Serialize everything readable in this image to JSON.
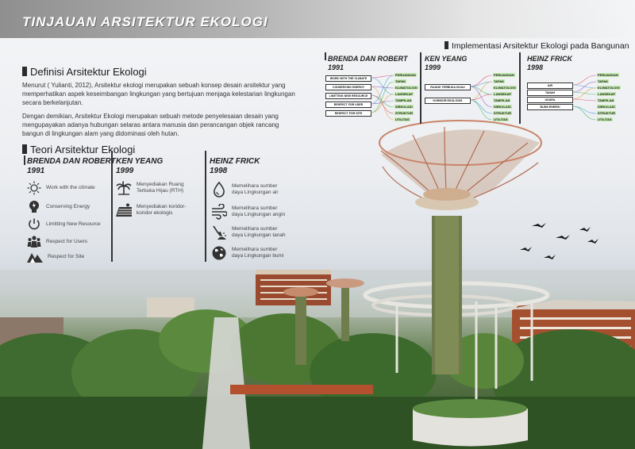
{
  "title": "TINJAUAN ARSITEKTUR EKOLOGI",
  "definition": {
    "heading": "Definisi Arsitektur Ekologi",
    "para1": "Menurut ( Yulianti, 2012), Arsitektur ekologi merupakan sebuah konsep desain arsitektur yang memperhatikan aspek keseimbangan lingkungan yang bertujuan menjaga kelestarian lingkungan secara berkelanjutan.",
    "para2": "Dengan demikian, Arsitektur Ekologi merupakan sebuah metode penyelesaian desain yang mengupayakan adanya hubungan selaras antara manusia dan perancangan objek rancang bangun di lingkungan alam yang didominasi oleh hutan."
  },
  "theory": {
    "heading": "Teori Arsitektur Ekologi",
    "columns": [
      {
        "name": "BRENDA DAN ROBERT",
        "year": "1991",
        "items": [
          {
            "icon": "sun-icon",
            "label": "Work with the climate"
          },
          {
            "icon": "lightbulb-energy-icon",
            "label": "Conserving Energy"
          },
          {
            "icon": "power-icon",
            "label": "Limitting New Resource"
          },
          {
            "icon": "people-icon",
            "label": "Respect for Users"
          },
          {
            "icon": "mountain-site-icon",
            "label": "Respect for Site"
          }
        ]
      },
      {
        "name": "KEN YEANG",
        "year": "1999",
        "items": [
          {
            "icon": "palm-tree-icon",
            "label": "Menyediakan Ruang Terbuka Hijau (RTH)"
          },
          {
            "icon": "field-corridor-icon",
            "label": "Menyediakan koridor-koridor ekologis"
          }
        ]
      },
      {
        "name": "HEINZ FRICK",
        "year": "1998",
        "items": [
          {
            "icon": "water-drop-icon",
            "label": "Memelihara sumber daya Lingkungan air"
          },
          {
            "icon": "wind-icon",
            "label": "Memelihara sumber daya Lingkungan angin"
          },
          {
            "icon": "soil-shovel-icon",
            "label": "Memelihara sumber daya Lingkungan tanah"
          },
          {
            "icon": "globe-icon",
            "label": "Memelihara sumber daya Lingkungan bumi"
          }
        ]
      }
    ]
  },
  "implementation": {
    "heading": "Implementasi Arsitektur Ekologi pada Bangunan",
    "tags": [
      "PERUANGAN",
      "TAPAK",
      "KLIMATOLOGI",
      "LANSEKAP",
      "TAMPILAN",
      "SIRKULASI",
      "STRUKTUR",
      "UTILITAS"
    ],
    "columns": [
      {
        "name": "BRENDA DAN ROBERT",
        "year": "1991",
        "boxes": [
          "WORK WITH THE CLIMATE",
          "CONSERVING ENERGY",
          "LIMITTING NEW RESOURCE",
          "RESPECT FOR USER",
          "RESPECT FOR SITE"
        ]
      },
      {
        "name": "KEN YEANG",
        "year": "1999",
        "boxes": [
          "RUANG TERBUKA HIJAU",
          "KORIDOR EKOLOGIS"
        ]
      },
      {
        "name": "HEINZ FRICK",
        "year": "1998",
        "boxes": [
          "AIR",
          "TANAH",
          "UDARA",
          "BUMI/ ENERGI"
        ]
      }
    ]
  },
  "colors": {
    "title_band": "#a0a0a0",
    "text": "#333333",
    "tag_highlight": "#9ee678",
    "line_palette": [
      "#e0487a",
      "#3aa0d8",
      "#8a4fc9",
      "#e0a030",
      "#40b060"
    ]
  }
}
